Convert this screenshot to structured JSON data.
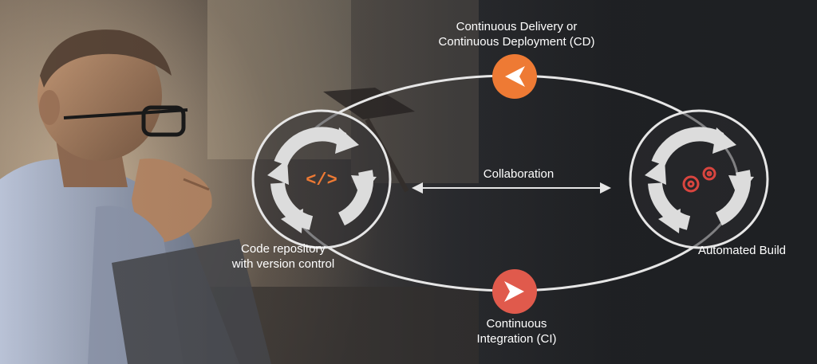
{
  "diagram": {
    "top_label": [
      "Continuous Delivery or",
      "Continuous Deployment (CD)"
    ],
    "bottom_label": [
      "Continuous",
      "Integration (CI)"
    ],
    "center_label": "Collaboration",
    "left_label": [
      "Code repository",
      "with version control"
    ],
    "right_label": "Automated Build",
    "left_icon_glyph": "</>",
    "colors": {
      "accent_orange": "#ee7a34",
      "accent_red": "#e05a4c",
      "gear_red": "#d9453f",
      "line": "#e6e6e6"
    },
    "icons": [
      "code-icon",
      "gears-icon",
      "chevron-left-icon",
      "chevron-right-icon",
      "double-arrow-icon"
    ]
  }
}
